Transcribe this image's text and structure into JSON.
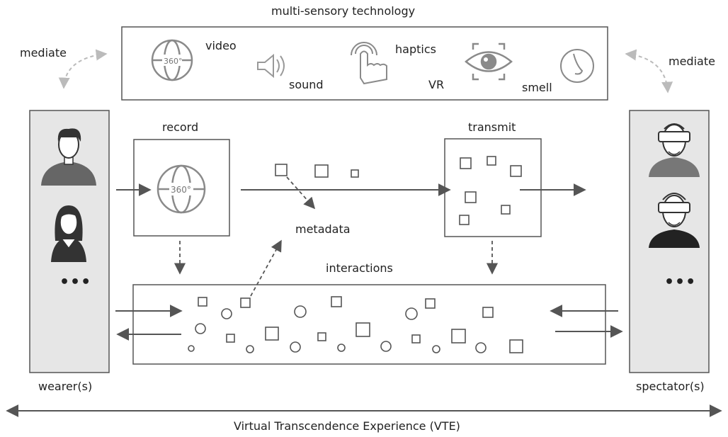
{
  "diagram": {
    "title": "multi-sensory technology",
    "left_mediate": "mediate",
    "right_mediate": "mediate",
    "tech": {
      "video": "video",
      "sound": "sound",
      "haptics": "haptics",
      "vr": "VR",
      "smell": "smell",
      "icon_360_label": "360°"
    },
    "record_label": "record",
    "record_icon_label": "360°",
    "transmit_label": "transmit",
    "metadata_label": "metadata",
    "interactions_label": "interactions",
    "wearer_label": "wearer(s)",
    "spectator_label": "spectator(s)",
    "left_ellipsis": "•••",
    "right_ellipsis": "•••",
    "bottom_label": "Virtual Transcendence Experience (VTE)"
  },
  "colors": {
    "panel_fill": "#e6e6e6",
    "line": "#555555",
    "icon": "#8a8a8a",
    "person": "#666666"
  }
}
